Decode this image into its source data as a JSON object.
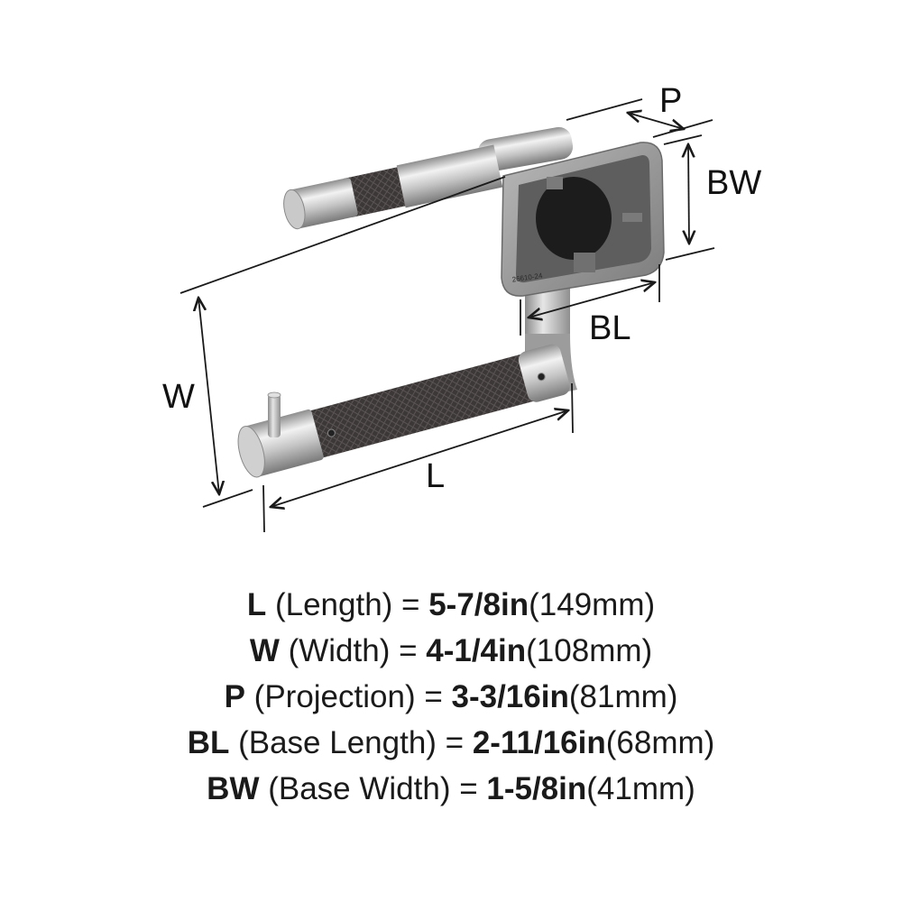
{
  "dimension_labels": {
    "P": "P",
    "BW": "BW",
    "BL": "BL",
    "W": "W",
    "L": "L"
  },
  "stamp_text": "26610-24",
  "colors": {
    "dimension_line": "#1a1a1a",
    "metal_light": "#d8d8d8",
    "metal_mid": "#a9a9a9",
    "metal_dark": "#6e6e6e",
    "knurl": "#3a3636",
    "base_plate": "#8c8c8c"
  },
  "specs": [
    {
      "key": "L",
      "desc": " (Length) = ",
      "imperial": "5-7/8in",
      "metric": "(149mm)"
    },
    {
      "key": "W",
      "desc": " (Width) = ",
      "imperial": "4-1/4in",
      "metric": "(108mm)"
    },
    {
      "key": "P",
      "desc": " (Projection) = ",
      "imperial": "3-3/16in",
      "metric": "(81mm)"
    },
    {
      "key": "BL",
      "desc": " (Base Length) = ",
      "imperial": "2-11/16in",
      "metric": "(68mm)"
    },
    {
      "key": "BW",
      "desc": " (Base Width) = ",
      "imperial": "1-5/8in",
      "metric": "(41mm)"
    }
  ]
}
